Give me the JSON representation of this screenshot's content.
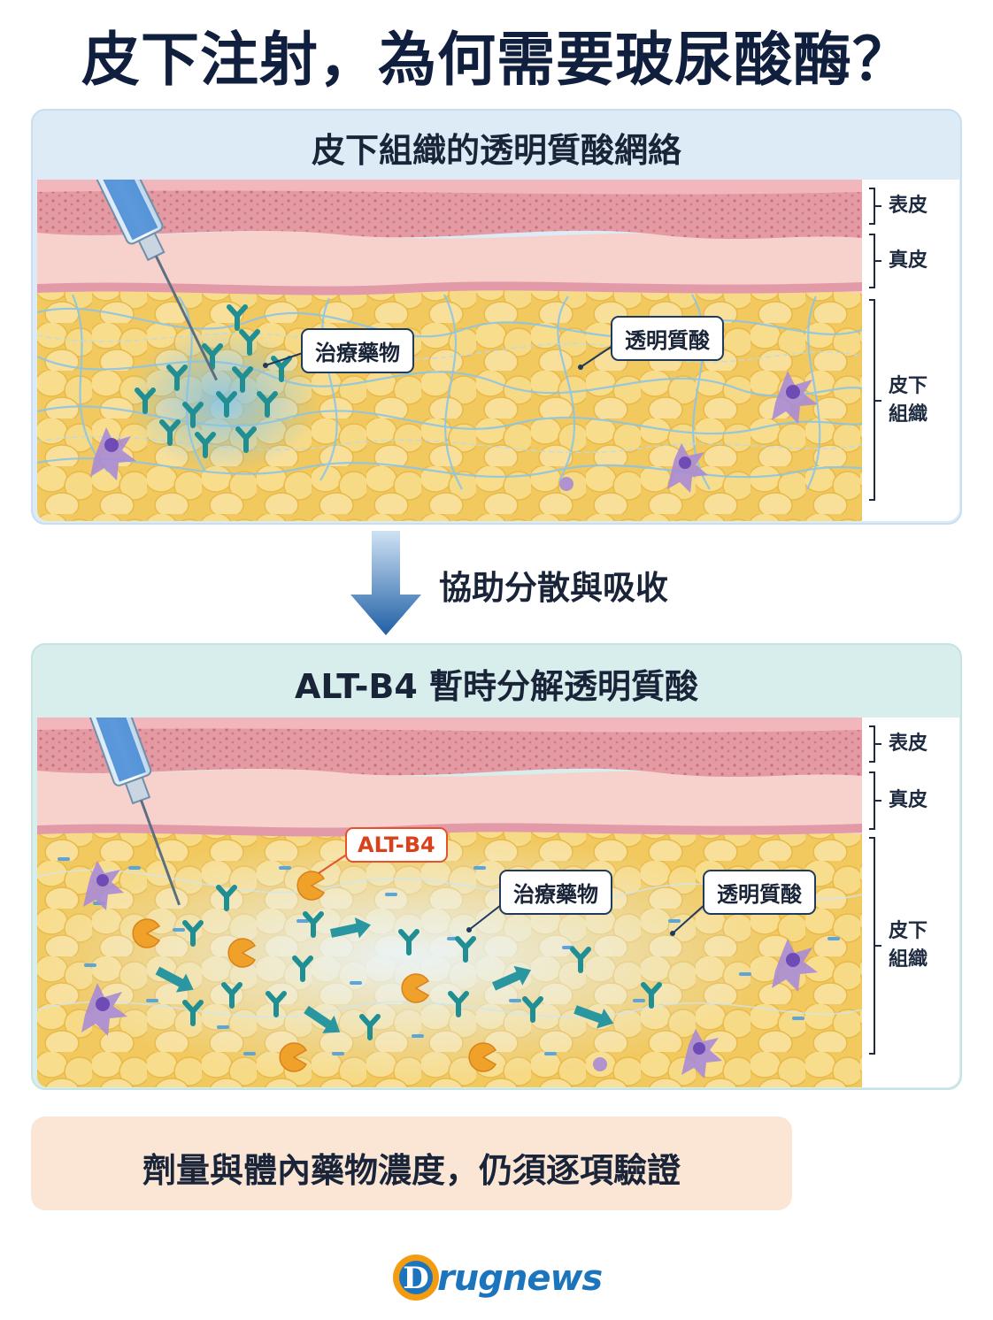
{
  "title": "皮下注射，為何需要玻尿酸酶？",
  "panel1": {
    "title": "皮下組織的透明質酸網絡",
    "callout_drug": "治療藥物",
    "callout_ha": "透明質酸",
    "labels": {
      "epidermis": "表皮",
      "dermis": "真皮",
      "subcutis_1": "皮下",
      "subcutis_2": "組織"
    }
  },
  "arrow_label": "協助分散與吸收",
  "panel2": {
    "title": "ALT-B4 暫時分解透明質酸",
    "callout_enzyme": "ALT-B4",
    "callout_drug": "治療藥物",
    "callout_ha": "透明質酸",
    "labels": {
      "epidermis": "表皮",
      "dermis": "真皮",
      "subcutis_1": "皮下",
      "subcutis_2": "組織"
    }
  },
  "footer_note": "劑量與體內藥物濃度，仍須逐項驗證",
  "logo": {
    "letter": "D",
    "rest": "rugnews"
  },
  "colors": {
    "title": "#0f1f3d",
    "panel1_bg": "#dcebf6",
    "panel2_bg": "#d8eeed",
    "epidermis": "#e89aa3",
    "dermis": "#f6cfc9",
    "fat": "#f6d77f",
    "antibody": "#1f8f94",
    "enzyme": "#f0a12a",
    "callout_border": "#1f3a5c",
    "enzyme_callout": "#e5532a",
    "footer_bg": "#fbe6d6",
    "logo_blue": "#1c75bc",
    "logo_orange": "#f39c12"
  },
  "icons": [
    "syringe-icon",
    "antibody-icon",
    "enzyme-icon",
    "arrow-down-icon",
    "drugnews-logo"
  ]
}
